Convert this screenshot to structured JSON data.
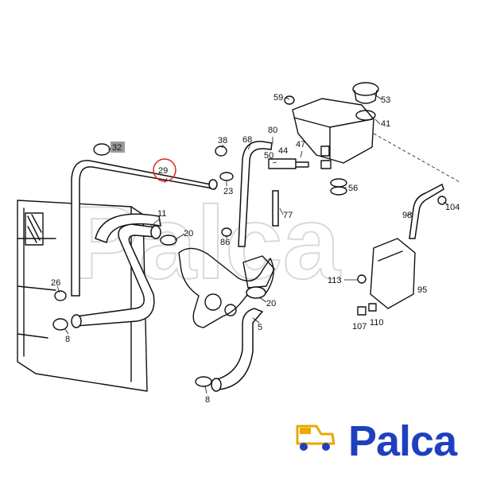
{
  "logo": {
    "text": "Palca",
    "colors": {
      "text": "#1f3fbf",
      "car": "#f0a800",
      "ring": "#e8a800"
    }
  },
  "highlight": {
    "part": "29",
    "color": "#e02020"
  },
  "badge_part": {
    "label": "32",
    "color": "#9a9a9a"
  },
  "watermark": "Palca",
  "callouts": [
    {
      "id": "c29",
      "label": "29"
    },
    {
      "id": "c32",
      "label": "32"
    },
    {
      "id": "c11",
      "label": "11"
    },
    {
      "id": "c20a",
      "label": "20"
    },
    {
      "id": "c20b",
      "label": "20"
    },
    {
      "id": "c23",
      "label": "23"
    },
    {
      "id": "c38",
      "label": "38"
    },
    {
      "id": "c68",
      "label": "68"
    },
    {
      "id": "c80",
      "label": "80"
    },
    {
      "id": "c50",
      "label": "50"
    },
    {
      "id": "c44",
      "label": "44"
    },
    {
      "id": "c47",
      "label": "47"
    },
    {
      "id": "c59",
      "label": "59"
    },
    {
      "id": "c53",
      "label": "53"
    },
    {
      "id": "c41",
      "label": "41"
    },
    {
      "id": "c56",
      "label": "56"
    },
    {
      "id": "c77",
      "label": "77"
    },
    {
      "id": "c86",
      "label": "86"
    },
    {
      "id": "c98",
      "label": "98"
    },
    {
      "id": "c104",
      "label": "104"
    },
    {
      "id": "c113",
      "label": "113"
    },
    {
      "id": "c95",
      "label": "95"
    },
    {
      "id": "c107",
      "label": "107"
    },
    {
      "id": "c110",
      "label": "110"
    },
    {
      "id": "c26",
      "label": "26"
    },
    {
      "id": "c8a",
      "label": "8"
    },
    {
      "id": "c8b",
      "label": "8"
    },
    {
      "id": "c5",
      "label": "5"
    }
  ]
}
